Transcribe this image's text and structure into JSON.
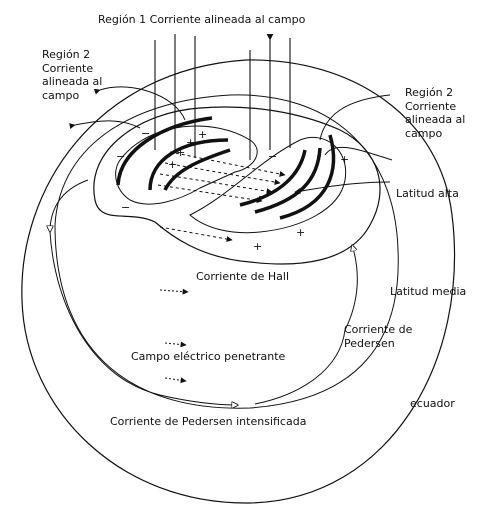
{
  "labels": {
    "region1": "Región 1 Corriente alineada al campo",
    "region2_left": "Región 2\nCorriente\nalineada al\ncampo",
    "region2_right": "Región 2\nCorriente\nalineada al\ncampo",
    "high_latitude": "Latitud alta",
    "hall_current": "Corriente de Hall",
    "mid_latitude": "Latitud media",
    "pedersen_current": "Corriente de\nPedersen",
    "penetrating_field": "Campo eléctrico penetrante",
    "equator": "ecuador",
    "enhanced_pedersen": "Corriente de Pedersen intensificada"
  },
  "charges": {
    "plus": "+",
    "minus": "−"
  },
  "colors": {
    "ink": "#111111",
    "background": "#ffffff"
  }
}
